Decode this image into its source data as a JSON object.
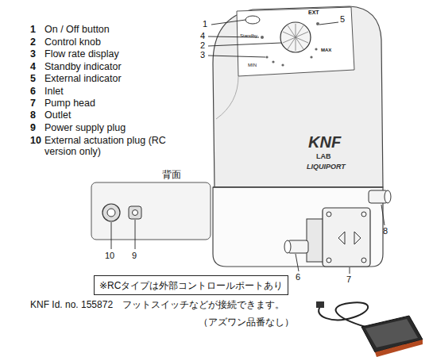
{
  "diagram": {
    "nodes": [
      {
        "text": [
          "※RCタイプは外部コントロールポートあり"
        ]
      }
    ],
    "labels": [
      "1",
      "On / Off button",
      "2",
      "Control knob",
      "3",
      "Flow rate display",
      "4",
      "Standby indicator",
      "5",
      "External indicator",
      "6",
      "Inlet",
      "7",
      "Pump head",
      "8",
      "Outlet",
      "9",
      "Power supply plug",
      "10",
      "External actuation plug (RC version only)",
      "1",
      "4",
      "2",
      "3",
      "5",
      "EXT",
      "Standby",
      "MIN",
      "MAX",
      "KNF",
      "LAB",
      "LIQUIPORT",
      "背面",
      "10",
      "9",
      "6",
      "7",
      "8",
      "KNF Id. no. 155872　フットスイッチなどが接続できます。",
      "（アズワン品番なし）"
    ]
  }
}
